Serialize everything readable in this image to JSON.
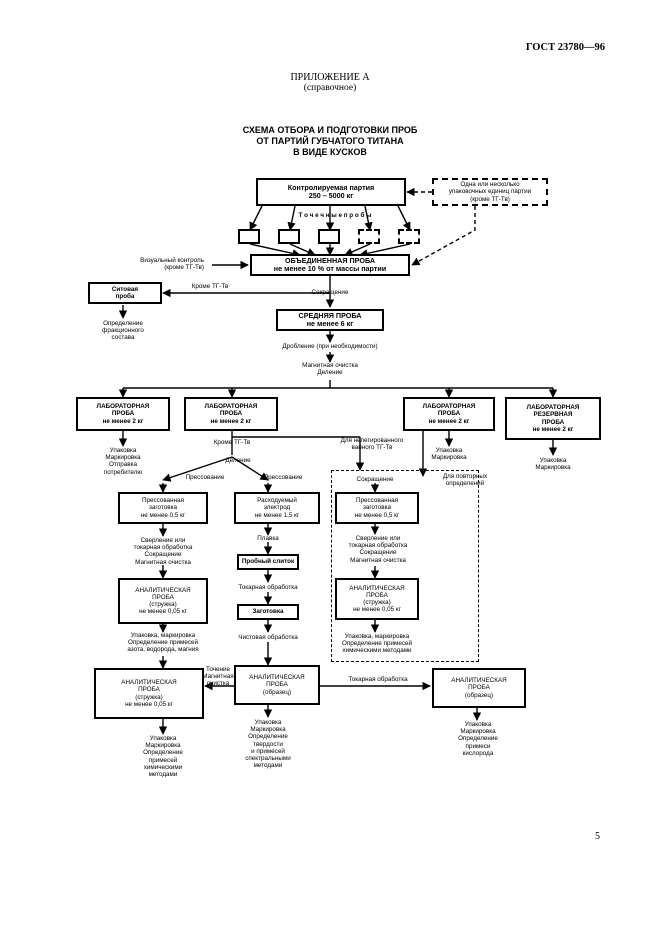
{
  "header": {
    "gost": "ГОСТ 23780—96",
    "appendix": "ПРИЛОЖЕНИЕ А",
    "appendix_note": "(справочное)",
    "title": "СХЕМА ОТБОРА И ПОДГОТОВКИ ПРОБ\nОТ ПАРТИЙ ГУБЧАТОГО ТИТАНА\nВ ВИДЕ КУСКОВ"
  },
  "page_number": "5",
  "boxes": {
    "controlled_lot": "Контролируемая партия\n250 – 5000 кг",
    "packages": "Одна или несколько\nупаковочных единиц партии\n(кроме ТГ-Тв)",
    "combined_sample": "ОБЪЕДИНЕННАЯ ПРОБА\nне менее 10 % от массы партии",
    "sieve_sample": "Ситовая\nпроба",
    "average_sample": "СРЕДНЯЯ ПРОБА\nне менее 6 кг",
    "lab1": "ЛАБОРАТОРНАЯ\nПРОБА\nне менее 2 кг",
    "lab2": "ЛАБОРАТОРНАЯ\nПРОБА\nне менее 2 кг",
    "lab3": "ЛАБОРАТОРНАЯ\nПРОБА\nне менее 2 кг",
    "lab_reserve": "ЛАБОРАТОРНАЯ\nРЕЗЕРВНАЯ\nПРОБА\nне менее 2 кг",
    "pressed1": "Прессованная\nзаготовка\nне менее 0,5 кг",
    "electrode": "Расходуемый\nэлектрод\nне менее 1,5 кг",
    "pressed2": "Прессованная\nзаготовка\nне менее 0,5 кг",
    "test_ingot": "Пробный слиток",
    "blank": "Заготовка",
    "analytic_chips1": "АНАЛИТИЧЕСКАЯ\nПРОБА\n(стружка)\nне менее 0,05 кг",
    "analytic_chips2": "АНАЛИТИЧЕСКАЯ\nПРОБА\n(стружка)\nне менее 0,05 кг",
    "analytic_chips3": "АНАЛИТИЧЕСКАЯ\nПРОБА\n(стружка)\nне менее 0,05 кг",
    "analytic_sample1": "АНАЛИТИЧЕСКАЯ\nПРОБА\n(образец)",
    "analytic_sample2": "АНАЛИТИЧЕСКАЯ\nПРОБА\n(образец)"
  },
  "labels": {
    "spot_samples": "Т о ч е ч н ы е   п р о б ы",
    "visual_control": "Визуальный контроль\n(кроме ТГ-Тв)",
    "except_tgtv": "Кроме ТГ-Тв",
    "reduction1": "Сокращение",
    "fraction_det": "Определение\nфракционного\nсостава",
    "crushing": "Дробление (при необходимости)",
    "magnetic_division": "Магнитная очистка\nДеление",
    "pack_mark_send": "Упаковка\nМаркировка\nОтправка\nпотребителю",
    "except_tgtv2": "Кроме   ТГ-Тв",
    "division": "Деление",
    "for_nonstandard": "Для нелегированного\nванного ТГ-Тв",
    "pack_mark_repeat": "Упаковка\nМаркировка",
    "for_repeat": "Для повторных\nопределений",
    "pack_mark_reserve": "Упаковка\nМаркировка",
    "pressing1": "Прессование",
    "pressing2": "Прессование",
    "reduction2": "Сокращение",
    "drilling1": "Сверление или\nтокарная обработка\nСокращение\nМагнитная очистка",
    "melting": "Плавка",
    "turning1": "Токарная обработка",
    "finishing": "Чистовая обработка",
    "drilling2": "Сверление или\nтокарная обработка\nСокращение\nМагнитная очистка",
    "pack_mark_imp": "Упаковка, маркировка\nОпределение примесей\nазота, водорода, магния",
    "pack_mark_chem": "Упаковка, маркировка\nОпределение примесей\nхимическими методами",
    "turning_magnet": "Точение\nМагнитная\nочистка",
    "turning2": "Токарная обработка",
    "final1": "Упаковка\nМаркировка\nОпределение\nпримесей\nхимическими\nметодами",
    "final2": "Упаковка\nМаркировка\nОпределение\nтвердости\nи примесей\nспектральными\nметодами",
    "final3": "Упаковка\nМаркировка\nОпределение\nпримеси\nкислорода"
  }
}
